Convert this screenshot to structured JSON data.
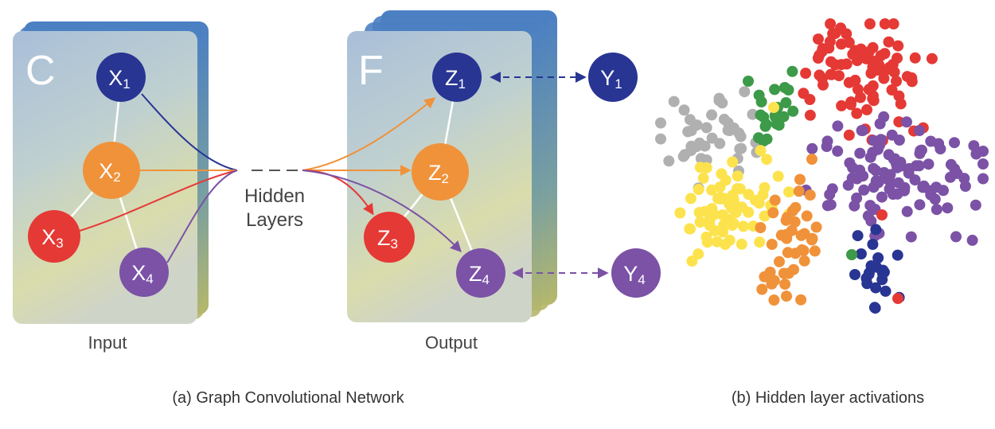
{
  "panel_a": {
    "input_card_letter": "C",
    "output_card_letter": "F",
    "input_caption": "Input",
    "output_caption": "Output",
    "hidden_line1": "Hidden",
    "hidden_line2": "Layers",
    "caption": "(a) Graph Convolutional Network",
    "nodes": {
      "x1": {
        "main": "X",
        "sub": "1"
      },
      "x2": {
        "main": "X",
        "sub": "2"
      },
      "x3": {
        "main": "X",
        "sub": "3"
      },
      "x4": {
        "main": "X",
        "sub": "4"
      },
      "z1": {
        "main": "Z",
        "sub": "1"
      },
      "z2": {
        "main": "Z",
        "sub": "2"
      },
      "z3": {
        "main": "Z",
        "sub": "3"
      },
      "z4": {
        "main": "Z",
        "sub": "4"
      },
      "y1": {
        "main": "Y",
        "sub": "1"
      },
      "y4": {
        "main": "Y",
        "sub": "4"
      }
    }
  },
  "panel_b": {
    "caption": "(b) Hidden layer activations"
  },
  "colors": {
    "blue": "#283593",
    "orange": "#f0923a",
    "red": "#e53935",
    "purple": "#7b52a6",
    "green": "#3d9a48",
    "gray": "#b0b0b0",
    "yellow": "#fce34d",
    "edge": "#ffffff"
  }
}
